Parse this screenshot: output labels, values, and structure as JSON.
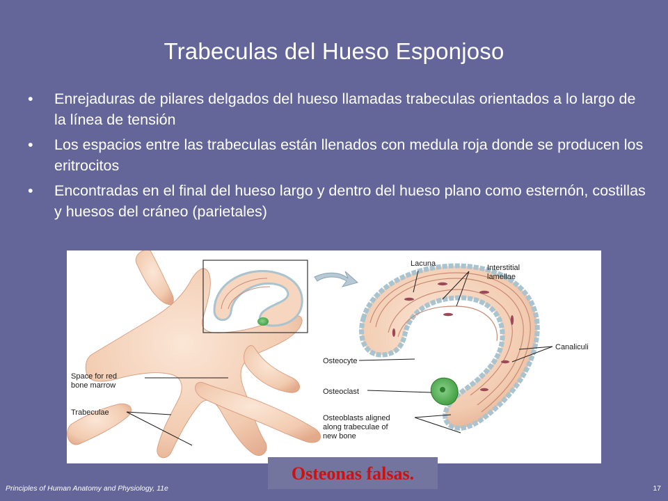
{
  "slide": {
    "title": "Trabeculas del Hueso Esponjoso",
    "bullets": [
      "Enrejaduras de pilares delgados del hueso llamadas trabeculas orientados a lo largo de la línea de tensión",
      "Los espacios entre las trabeculas están llenados con medula roja donde se producen los eritrocitos",
      "Encontradas en el final del hueso largo y dentro del hueso plano como esternón, costillas y huesos del cráneo (parietales)"
    ],
    "bullet_symbol": "•"
  },
  "figure": {
    "labels": {
      "lacuna": "Lacuna",
      "interstitial_1": "Interstitial",
      "interstitial_2": "lamellae",
      "canaliculi": "Canaliculi",
      "osteocyte": "Osteocyte",
      "osteoclast": "Osteoclast",
      "osteoblasts_1": "Osteoblasts aligned",
      "osteoblasts_2": "along trabeculae of",
      "osteoblasts_3": "new bone",
      "space_1": "Space for red",
      "space_2": "bone marrow",
      "trabeculae": "Trabeculae"
    },
    "colors": {
      "bone": "#f3d0b6",
      "bone_shadow": "#e3b092",
      "lamella_line": "#c98a73",
      "cell_border": "#a9c3cf",
      "cell_fill": "#d9e8ee",
      "osteoclast": "#4cae4a",
      "osteocyte": "#9a4a57"
    }
  },
  "caption": {
    "text": "Osteonas falsas.",
    "color": "#cc1111"
  },
  "footer": {
    "left": "Principles of Human Anatomy and Physiology, 11e",
    "right": "17"
  },
  "colors": {
    "background": "#64669a",
    "text": "#ffffff"
  }
}
